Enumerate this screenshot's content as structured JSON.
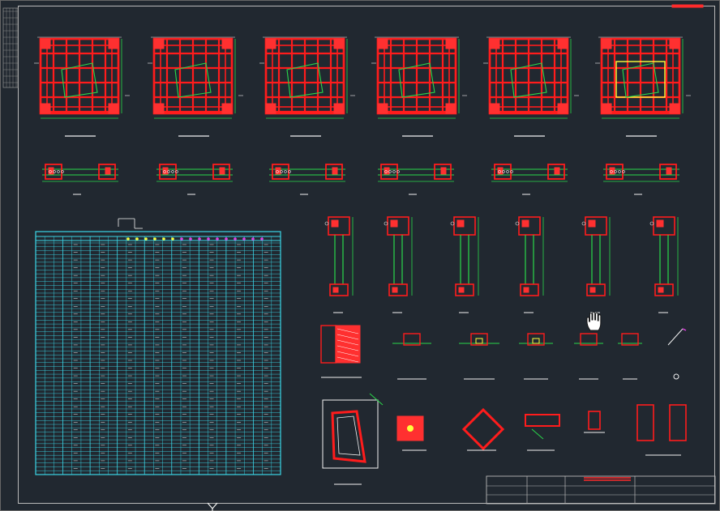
{
  "app": {
    "type": "CAD drawing viewer",
    "background": "#212830"
  },
  "colors": {
    "frame": "#b8b8b8",
    "rebar": "#ff1c1c",
    "dimension": "#29d84a",
    "table": "#3ad6e6",
    "hatch": "#ff3030",
    "yellow": "#ffff3c",
    "magenta": "#e23fe2",
    "white": "#f2f2f2",
    "title_red": "#ff2b2b"
  },
  "drawing": {
    "plan_sections": 6,
    "wall_sections": 6,
    "column_details": 6,
    "node_details_row1": 7,
    "node_details_row2": 6
  },
  "table": {
    "columns": 27,
    "rows": 60,
    "header_marker_colors": [
      "#ffff3c",
      "#ffff3c",
      "#ffff3c",
      "#ffff3c",
      "#ffff3c",
      "#ffff3c",
      "#e23fe2",
      "#e23fe2",
      "#e23fe2",
      "#e23fe2",
      "#e23fe2",
      "#e23fe2",
      "#e23fe2",
      "#e23fe2",
      "#e23fe2",
      "#e23fe2"
    ]
  },
  "cursor": {
    "icon": "hand-pan-cursor",
    "mode": "pan"
  },
  "ucs": {
    "icon": "ucs-y-axis-icon"
  }
}
